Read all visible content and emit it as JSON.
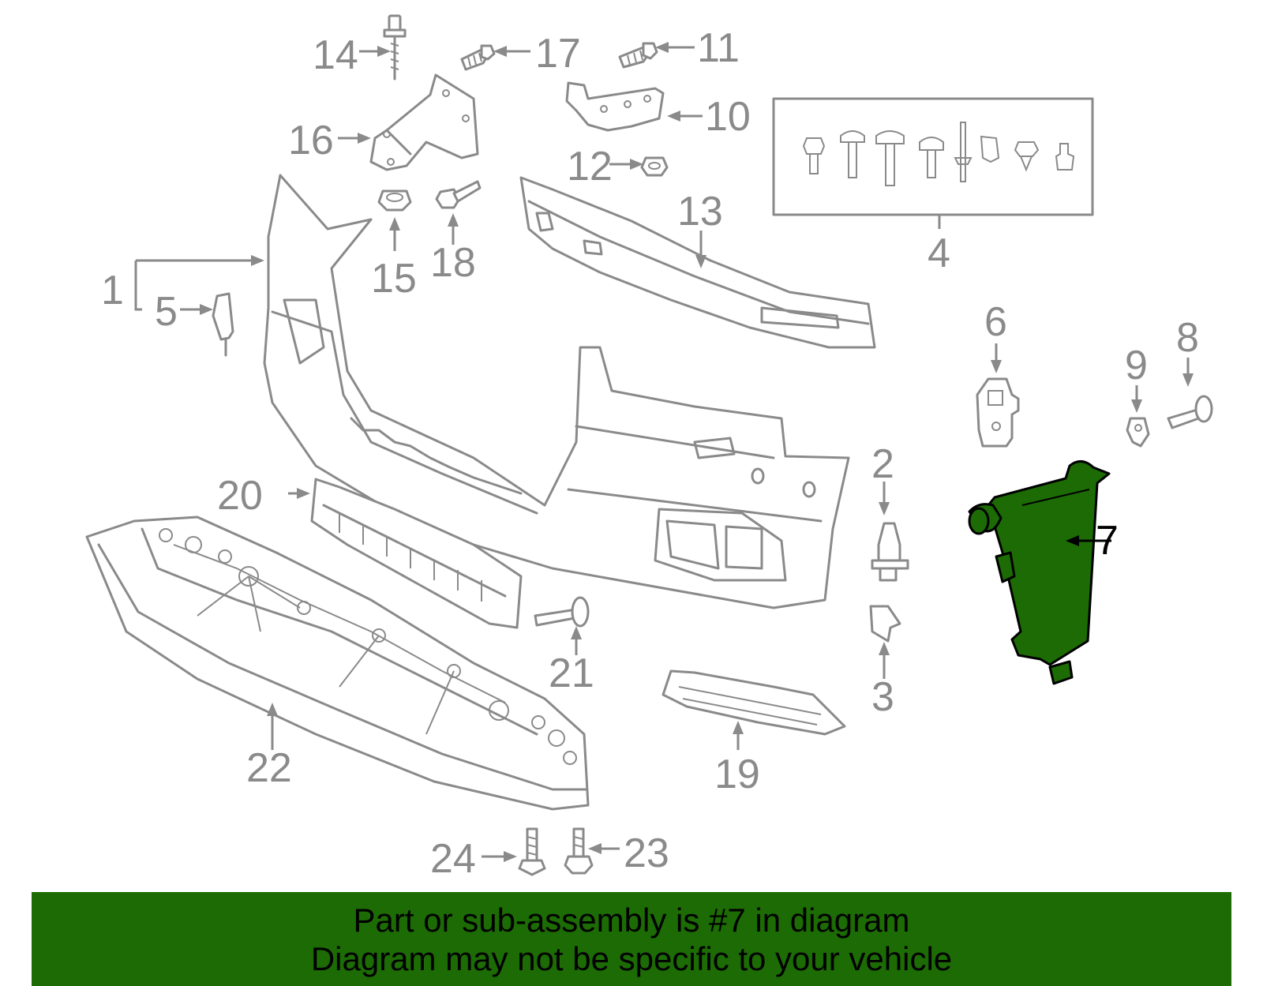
{
  "colors": {
    "highlight": "#1c6b04",
    "line_gray": "#8a8a8a",
    "banner_text": "#000000"
  },
  "diagram": {
    "callouts": [
      "1",
      "2",
      "3",
      "4",
      "5",
      "6",
      "7",
      "8",
      "9",
      "10",
      "11",
      "12",
      "13",
      "14",
      "15",
      "16",
      "17",
      "18",
      "19",
      "20",
      "21",
      "22",
      "23",
      "24"
    ],
    "highlighted_part": "7"
  },
  "banner": {
    "line1": "Part or sub-assembly is #7 in diagram",
    "line2": "Diagram may not be specific to your vehicle"
  }
}
